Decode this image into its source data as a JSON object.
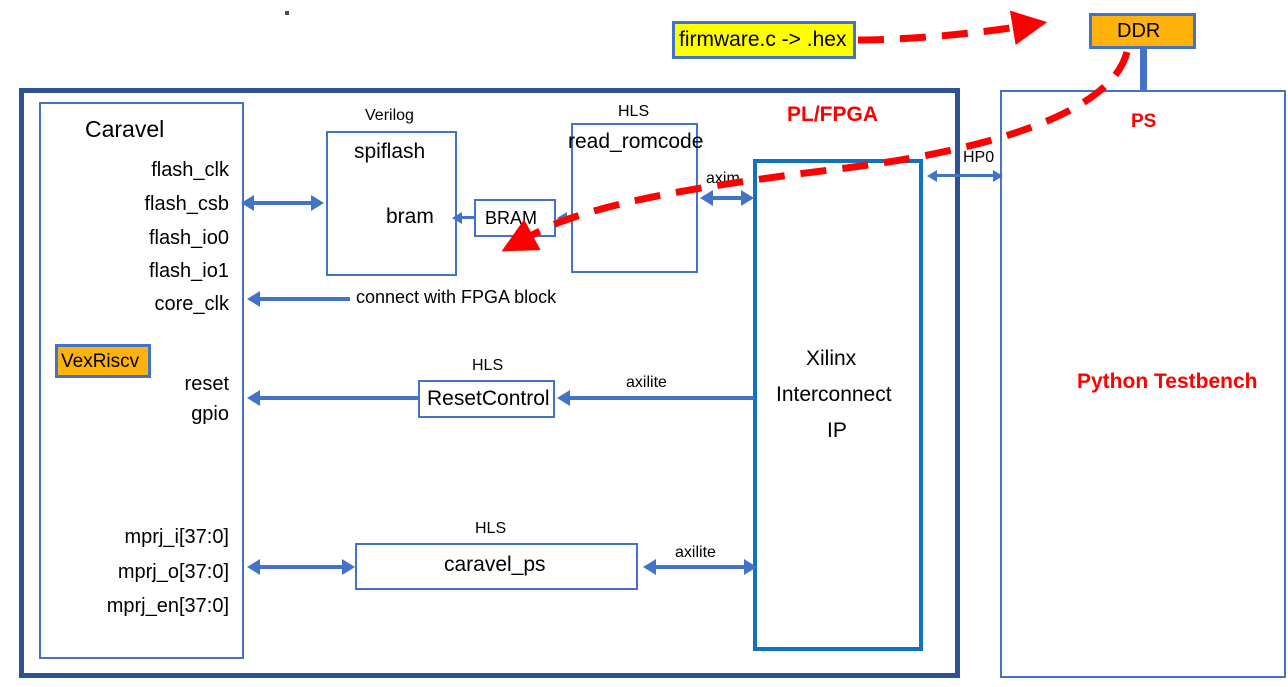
{
  "diagram": {
    "title": "Caravel SoC on PL/FPGA with PS Python Testbench block diagram",
    "colors": {
      "outer_border": "#2e5395",
      "inner_border": "#4273c8",
      "interconnect_border": "#1272bd",
      "arrow": "#4273c8",
      "red_annotation": "#fe0000",
      "highlight_yellow": "#ffff00",
      "highlight_orange": "#feb20a"
    }
  },
  "regions": {
    "pl_fpga_label": "PL/FPGA",
    "ps_label": "PS",
    "ps_body_label": "Python Testbench"
  },
  "caravel": {
    "title": "Caravel",
    "pins": [
      "flash_clk",
      "flash_csb",
      "flash_io0",
      "flash_io1",
      "core_clk"
    ],
    "core": "VexRiscv",
    "control_pins": [
      "reset",
      "gpio"
    ],
    "mprj_pins": [
      "mprj_i[37:0]",
      "mprj_o[37:0]",
      "mprj_en[37:0]"
    ]
  },
  "blocks": {
    "spiflash": {
      "kind": "Verilog",
      "names": [
        "spiflash",
        "bram"
      ]
    },
    "bram": {
      "name": "BRAM"
    },
    "read_romcode": {
      "kind": "HLS",
      "name": "read_romcode"
    },
    "interconnect": {
      "lines": [
        "Xilinx",
        "Interconnect",
        "IP"
      ]
    },
    "resetcontrol": {
      "kind": "HLS",
      "name": "ResetControl"
    },
    "caravel_ps": {
      "kind": "HLS",
      "name": "caravel_ps"
    },
    "firmware": {
      "name": "firmware.c -> .hex"
    },
    "ddr": {
      "name": "DDR"
    }
  },
  "signals": {
    "axim": "axim",
    "axilite_reset": "axilite",
    "axilite_ps": "axilite",
    "hp0": "HP0",
    "connect_note": "connect with FPGA block"
  }
}
